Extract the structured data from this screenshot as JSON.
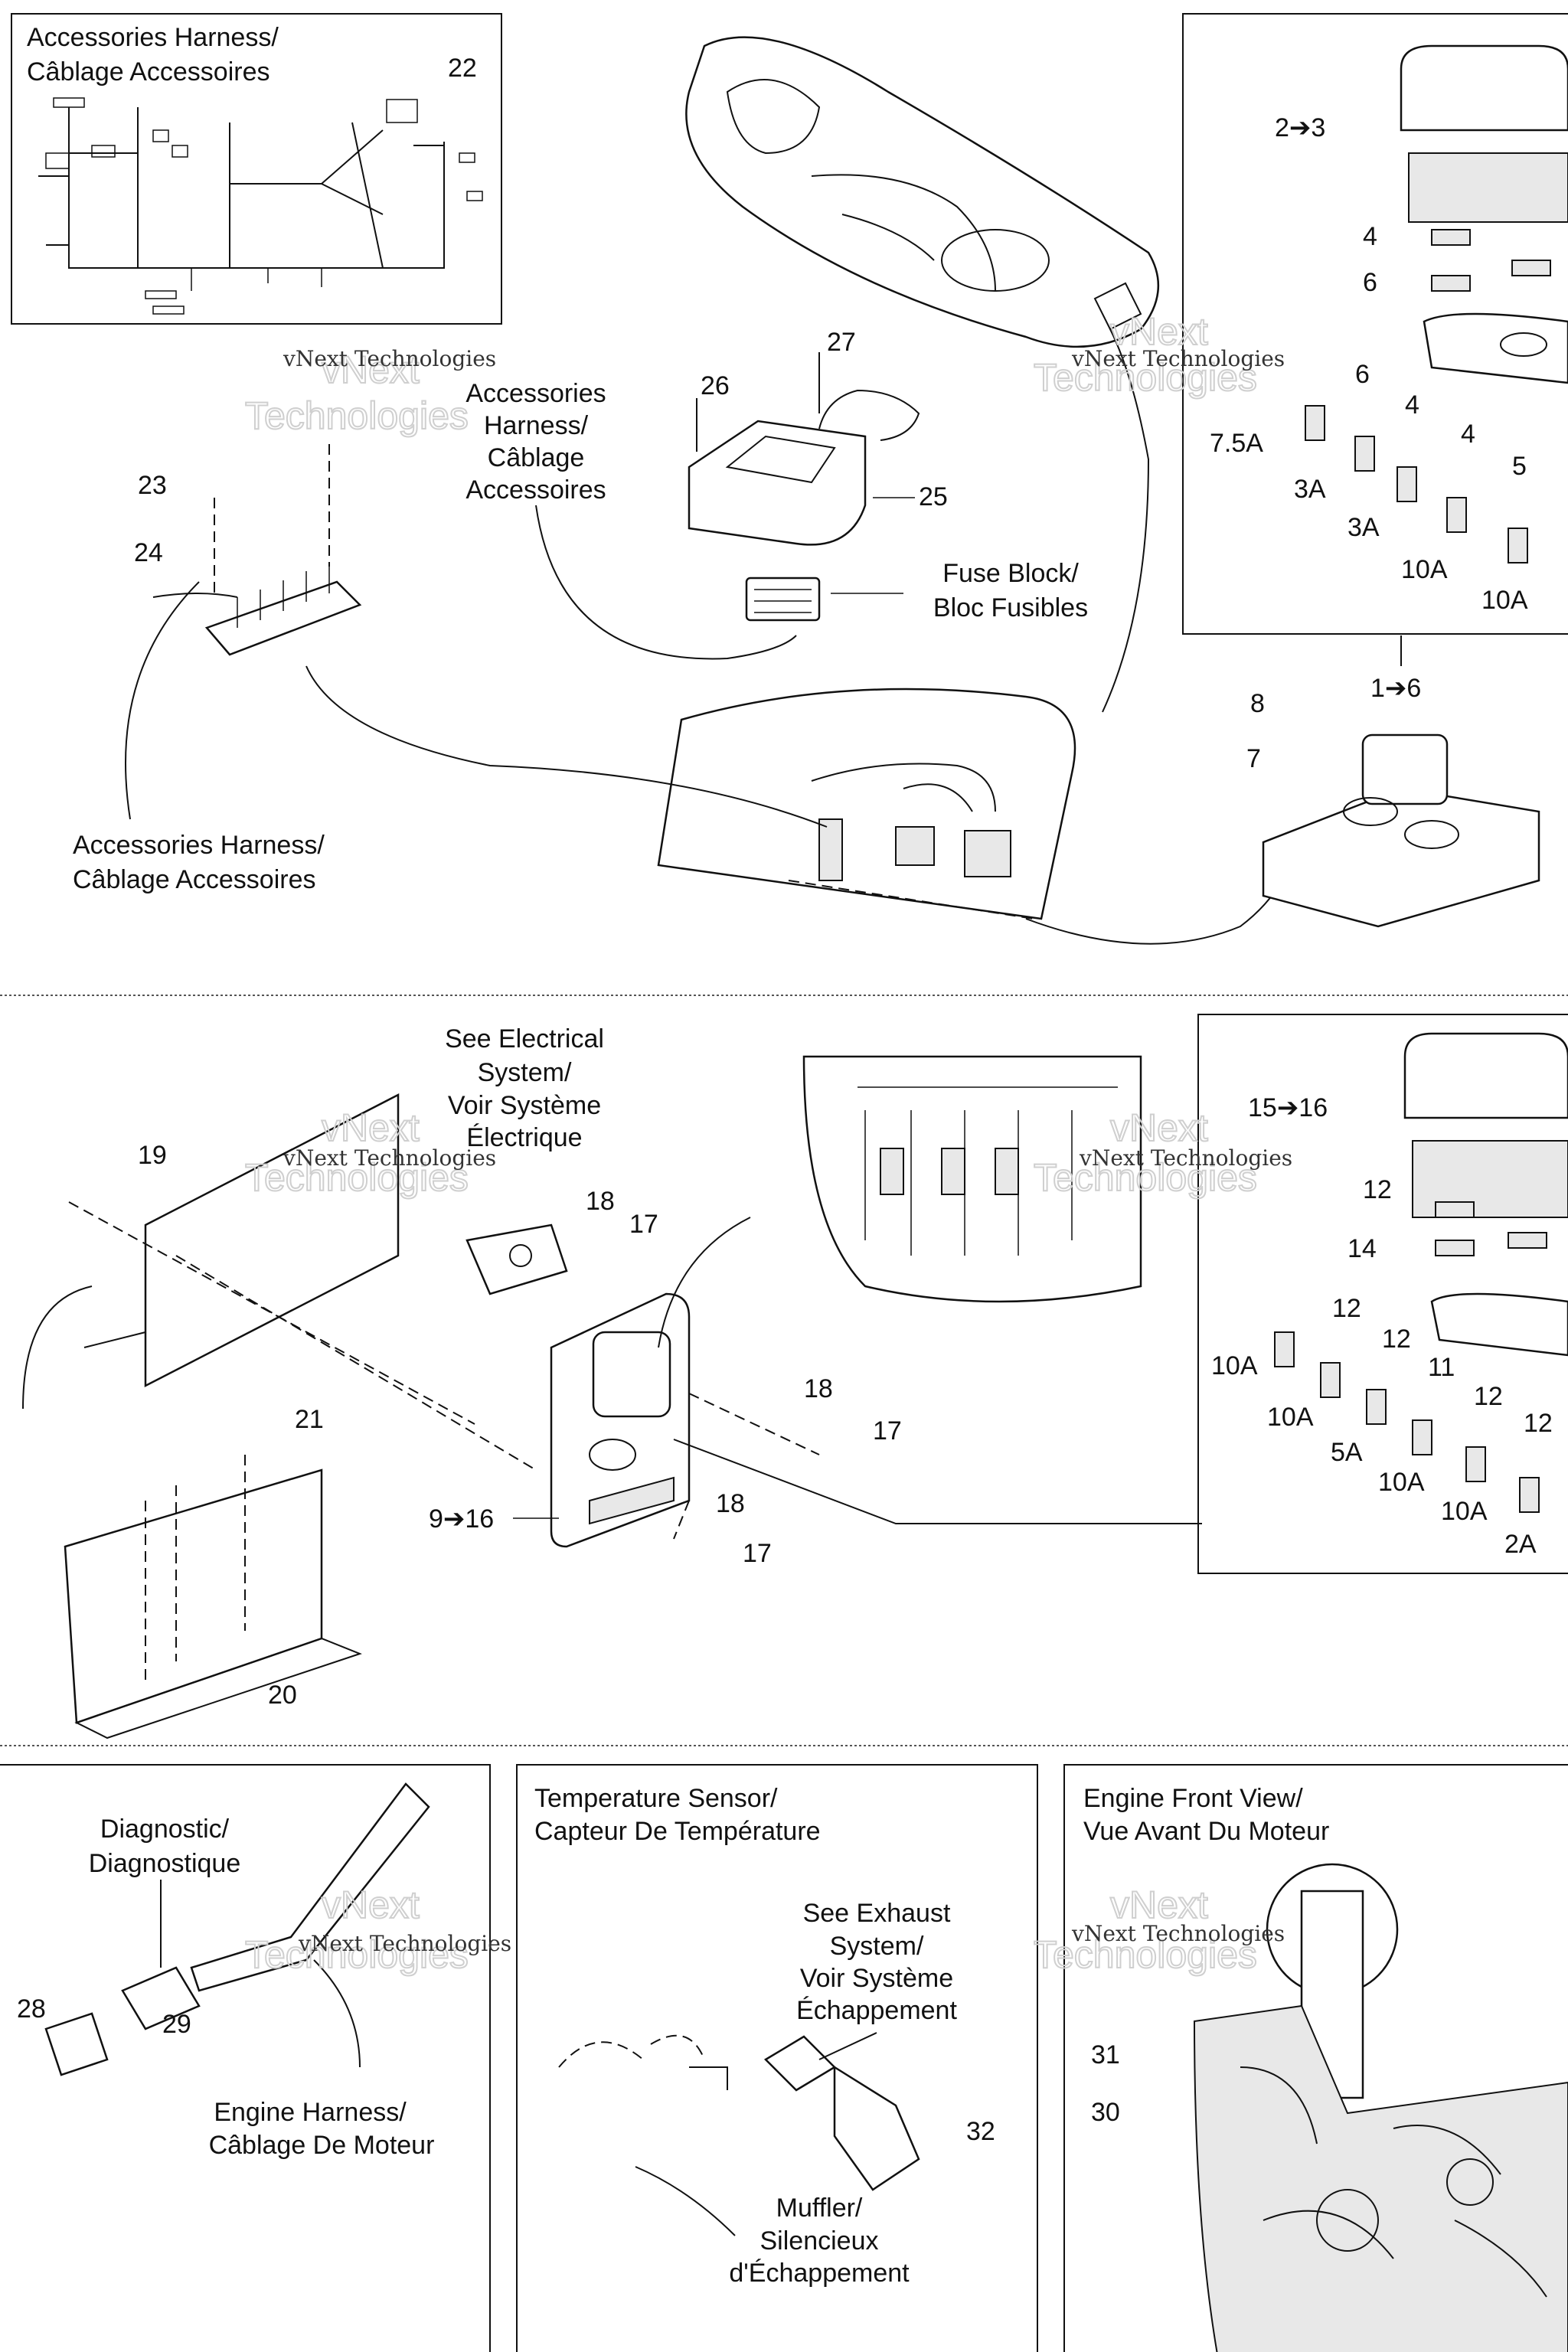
{
  "watermark": {
    "line1": "vNext Technologies",
    "big1": "vNext",
    "big2": "Technologies"
  },
  "labels": {
    "acc_harness_box": [
      "Accessories Harness/",
      "Câblage Accessoires"
    ],
    "acc_harness_mid": [
      "Accessories",
      "Harness/",
      "Câblage",
      "Accessoires"
    ],
    "acc_harness_bottom": [
      "Accessories Harness/",
      "Câblage Accessoires"
    ],
    "fuse_block": [
      "Fuse Block/",
      "Bloc Fusibles"
    ],
    "electrical": [
      "See Electrical",
      "System/",
      "Voir Système",
      "Électrique"
    ],
    "diagnostic": [
      "Diagnostic/",
      "Diagnostique"
    ],
    "engine_harness": [
      "Engine Harness/",
      "Câblage De Moteur"
    ],
    "temp_sensor": [
      "Temperature Sensor/",
      "Capteur De Température"
    ],
    "exhaust": [
      "See Exhaust",
      "System/",
      "Voir Système",
      "Échappement"
    ],
    "muffler": [
      "Muffler/",
      "Silencieux",
      "d'Échappement"
    ],
    "engine_front": [
      "Engine Front View/",
      "Vue Avant Du Moteur"
    ]
  },
  "callouts": {
    "p22": "22",
    "p23": "23",
    "p24": "24",
    "p25": "25",
    "p26": "26",
    "p27": "27",
    "p2_3": "2➔3",
    "p4a": "4",
    "p6a": "6",
    "p6b": "6",
    "p4b": "4",
    "p4c": "4",
    "p5": "5",
    "a75": "7.5A",
    "a3a": "3A",
    "a3b": "3A",
    "a10a": "10A",
    "a10b": "10A",
    "p8": "8",
    "p1_6": "1➔6",
    "p7": "7",
    "p19": "19",
    "p18a": "18",
    "p17a": "17",
    "p18b": "18",
    "p17b": "17",
    "p18c": "18",
    "p17c": "17",
    "p21": "21",
    "p9_16": "9➔16",
    "p20": "20",
    "p15_16": "15➔16",
    "p12a": "12",
    "p14": "14",
    "p12b": "12",
    "p12c": "12",
    "p11": "11",
    "p12d": "12",
    "p12e": "12",
    "b10a": "10A",
    "b10b": "10A",
    "b5a": "5A",
    "b10c": "10A",
    "b10d": "10A",
    "b2a": "2A",
    "p28": "28",
    "p29": "29",
    "p31": "31",
    "p30": "30",
    "p32": "32"
  }
}
